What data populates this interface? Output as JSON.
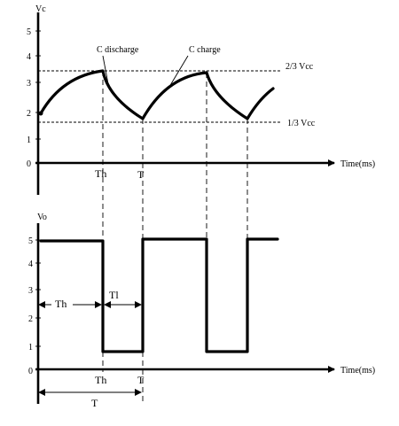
{
  "top_plot": {
    "y_label": "Vc",
    "y_ticks": [
      "5",
      "4",
      "3",
      "2",
      "1",
      "0"
    ],
    "x_label": "Time(ms)",
    "level_high": "2/3 Vcc",
    "level_low": "1/3 Vcc",
    "discharge_label": "C discharge",
    "charge_label": "C charge",
    "mark_th": "Th",
    "mark_t": "T"
  },
  "bottom_plot": {
    "y_label": "Vo",
    "y_ticks": [
      "5",
      "4",
      "3",
      "2",
      "1",
      "0"
    ],
    "x_label": "Time(ms)",
    "th_span_label": "Th",
    "tl_span_label": "Tl",
    "mark_th": "Th",
    "mark_t": "T",
    "period_label": "T"
  }
}
